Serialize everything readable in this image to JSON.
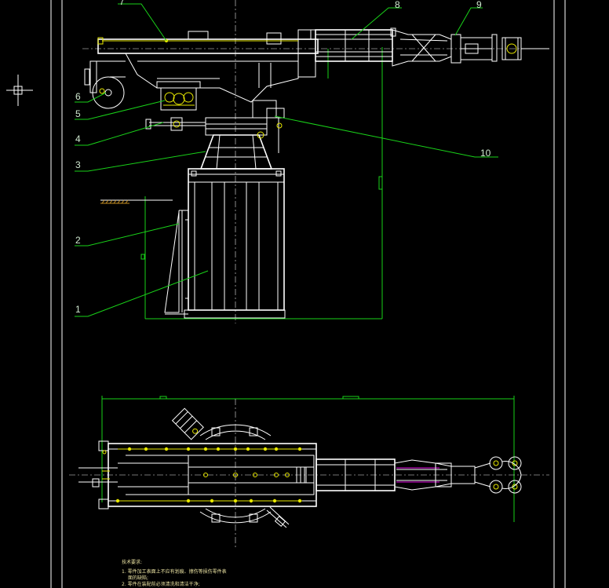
{
  "drawing": {
    "background": "#000000",
    "balloons": [
      {
        "id": "1",
        "label": "1"
      },
      {
        "id": "2",
        "label": "2"
      },
      {
        "id": "3",
        "label": "3"
      },
      {
        "id": "4",
        "label": "4"
      },
      {
        "id": "5",
        "label": "5"
      },
      {
        "id": "6",
        "label": "6"
      },
      {
        "id": "7",
        "label": "7"
      },
      {
        "id": "8",
        "label": "8"
      },
      {
        "id": "9",
        "label": "9"
      },
      {
        "id": "10",
        "label": "10"
      }
    ],
    "notes": {
      "title": "技术要求:",
      "line1": "1. 零件加工表面上不应有划痕、擦伤等损伤零件表",
      "line1b": "面的缺陷;",
      "line2": "2. 零件在装配前必须清洗和清洁干净;"
    },
    "colors": {
      "leader": "#19d219",
      "outline": "#ffffff",
      "detail": "#e8e800",
      "centerline": "#e8e8e8",
      "accent": "#e000e0"
    }
  }
}
